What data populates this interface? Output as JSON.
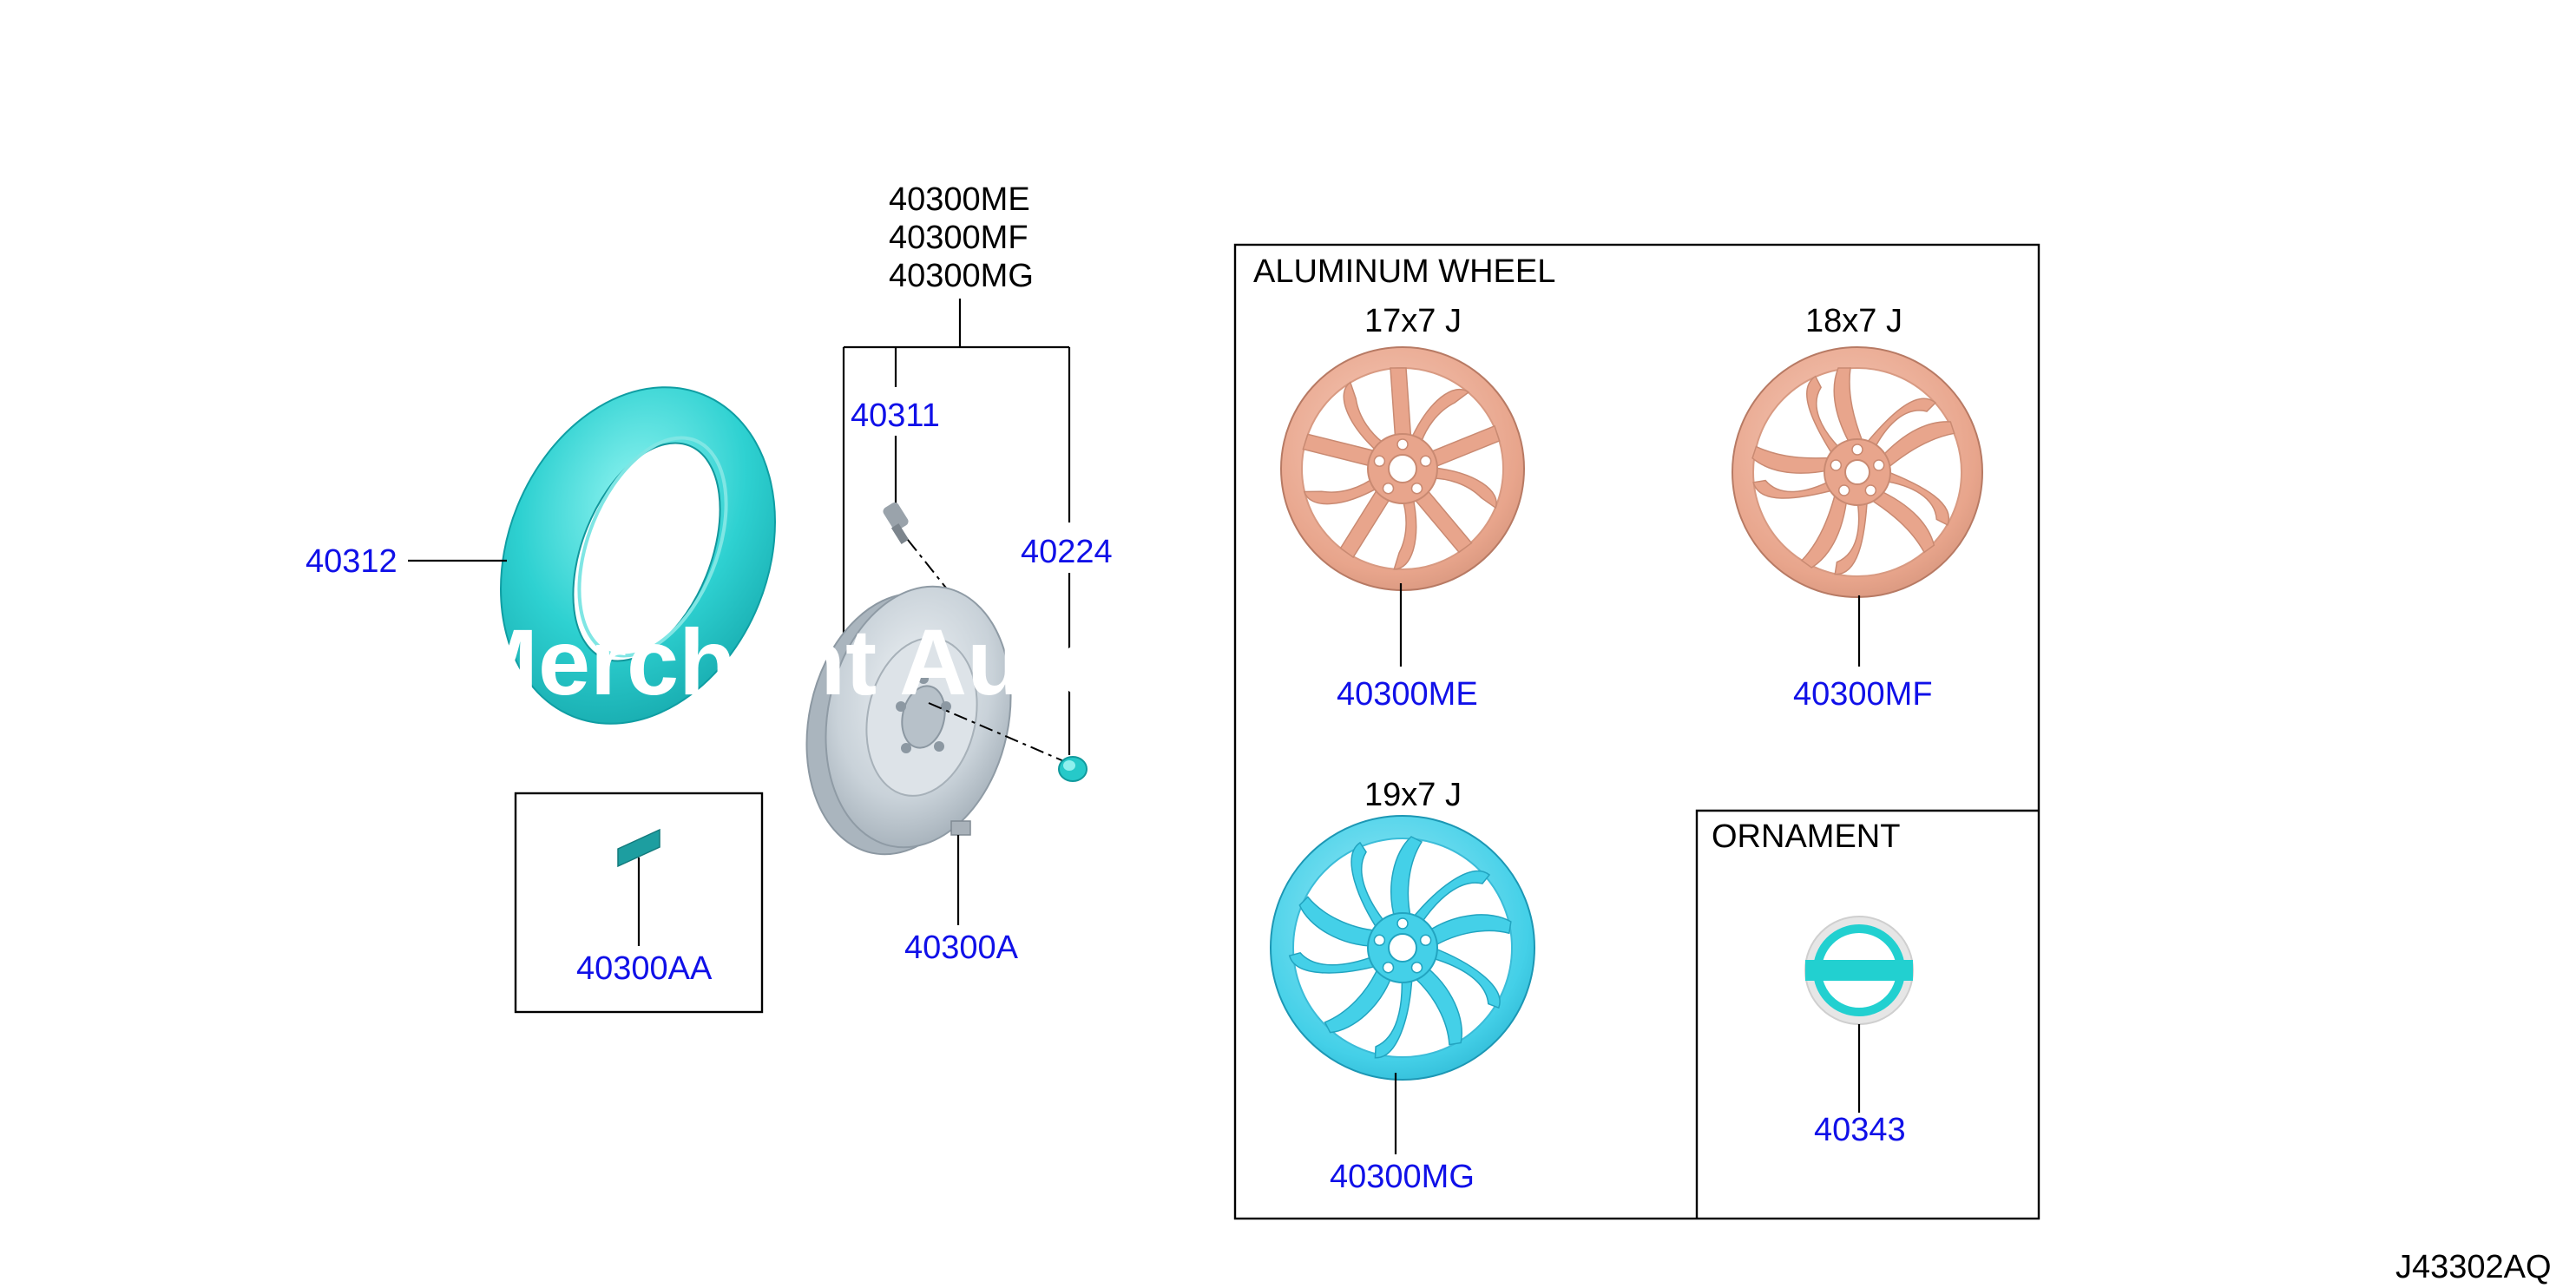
{
  "diagram": {
    "code": "J43302AQ",
    "watermark": "Merchant Auto",
    "colors": {
      "part_label": "#1010e8",
      "tire": "#2ed1d1",
      "aluminum_wheel": "#e8a58c",
      "highlight_wheel": "#44d0e8",
      "steel_wheel": "#c9d2d9",
      "ornament": "#22d0d0"
    },
    "assembly_group": {
      "labels": [
        "40300ME",
        "40300MF",
        "40300MG"
      ]
    },
    "parts": {
      "tire": "40312",
      "valve": "40311",
      "nut": "40224",
      "wheel": "40300A",
      "label": "40300AA"
    },
    "aluminum_wheel_box": {
      "title": "ALUMINUM WHEEL",
      "items": [
        {
          "size": "17x7 J",
          "part": "40300ME"
        },
        {
          "size": "18x7 J",
          "part": "40300MF"
        },
        {
          "size": "19x7 J",
          "part": "40300MG"
        }
      ]
    },
    "ornament_box": {
      "title": "ORNAMENT",
      "part": "40343"
    }
  }
}
